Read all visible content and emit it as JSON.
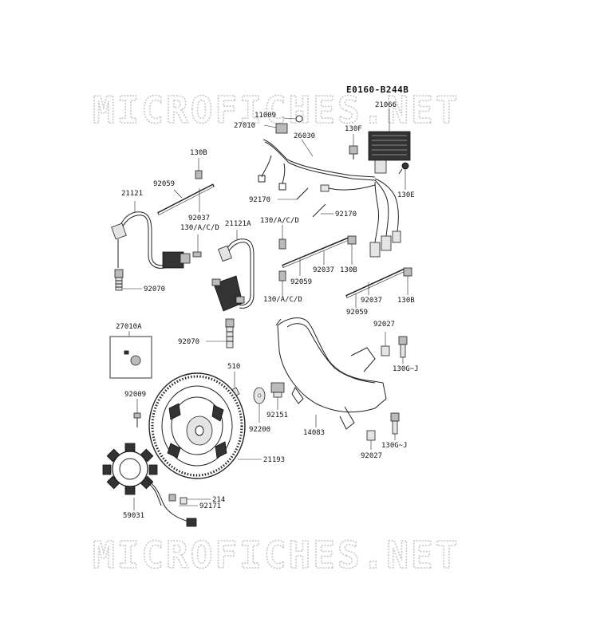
{
  "diagram_code": "E0160-B244B",
  "watermarks": [
    "MICROFICHES.NET",
    "MICROFICHES.NET"
  ],
  "callouts": {
    "c11009": "11009",
    "c27010": "27010",
    "c21066": "21066",
    "c26030": "26030",
    "c130F": "130F",
    "c130B_a": "130B",
    "c92059_a": "92059",
    "c21121": "21121",
    "c92037_a": "92037",
    "c130ACD_a": "130/A/C/D",
    "c21121A": "21121A",
    "c92170_a": "92170",
    "c130E": "130E",
    "c92170_b": "92170",
    "c130ACD_b": "130/A/C/D",
    "c92037_b": "92037",
    "c130B_b": "130B",
    "c92059_b": "92059",
    "c92070_a": "92070",
    "c130ACD_c": "130/A/C/D",
    "c92037_c": "92037",
    "c130B_c": "130B",
    "c92059_c": "92059",
    "c27010A": "27010A",
    "c92070_b": "92070",
    "c92027_a": "92027",
    "c130GJ_a": "130G~J",
    "c510": "510",
    "c92009": "92009",
    "c92151": "92151",
    "c92200": "92200",
    "c14083": "14083",
    "c130GJ_b": "130G~J",
    "c92027_b": "92027",
    "c21193": "21193",
    "c214": "214",
    "c92171": "92171",
    "c59031": "59031"
  }
}
